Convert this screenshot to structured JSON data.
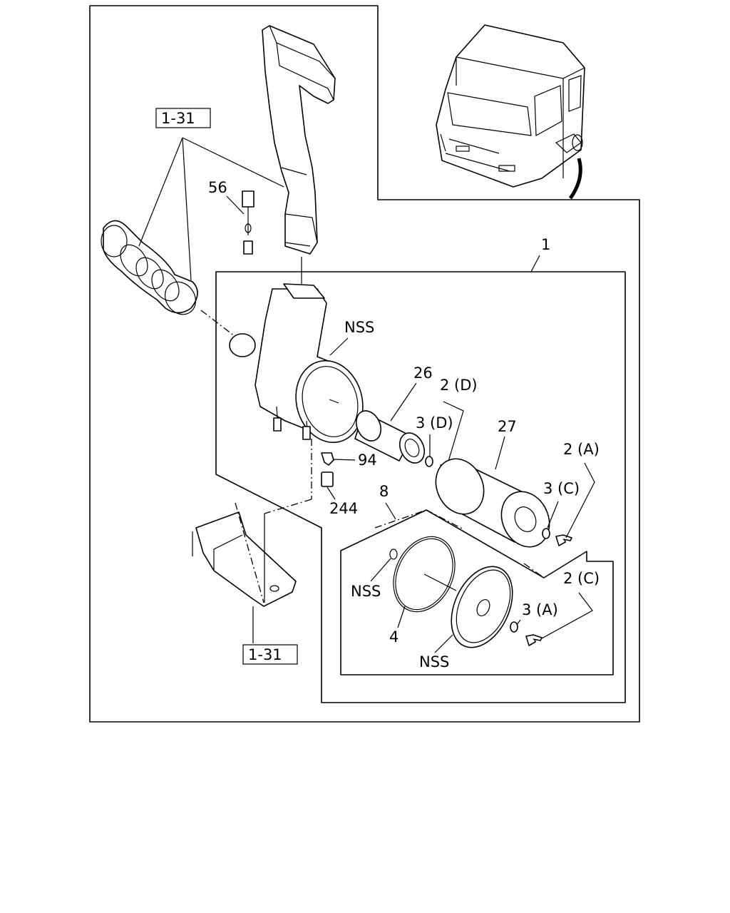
{
  "labels": {
    "ref_top": "1-31",
    "ref_bottom": "1-31",
    "assembly": "1",
    "nss_housing": "NSS",
    "p26": "26",
    "p2d": "2 (D)",
    "p3d": "3 (D)",
    "p27": "27",
    "p2a": "2 (A)",
    "p3c": "3 (C)",
    "p56": "56",
    "p94": "94",
    "p244": "244",
    "p8": "8",
    "nss_gasket": "NSS",
    "p4": "4",
    "nss_cover": "NSS",
    "p3a": "3 (A)",
    "p2c": "2 (C)"
  }
}
